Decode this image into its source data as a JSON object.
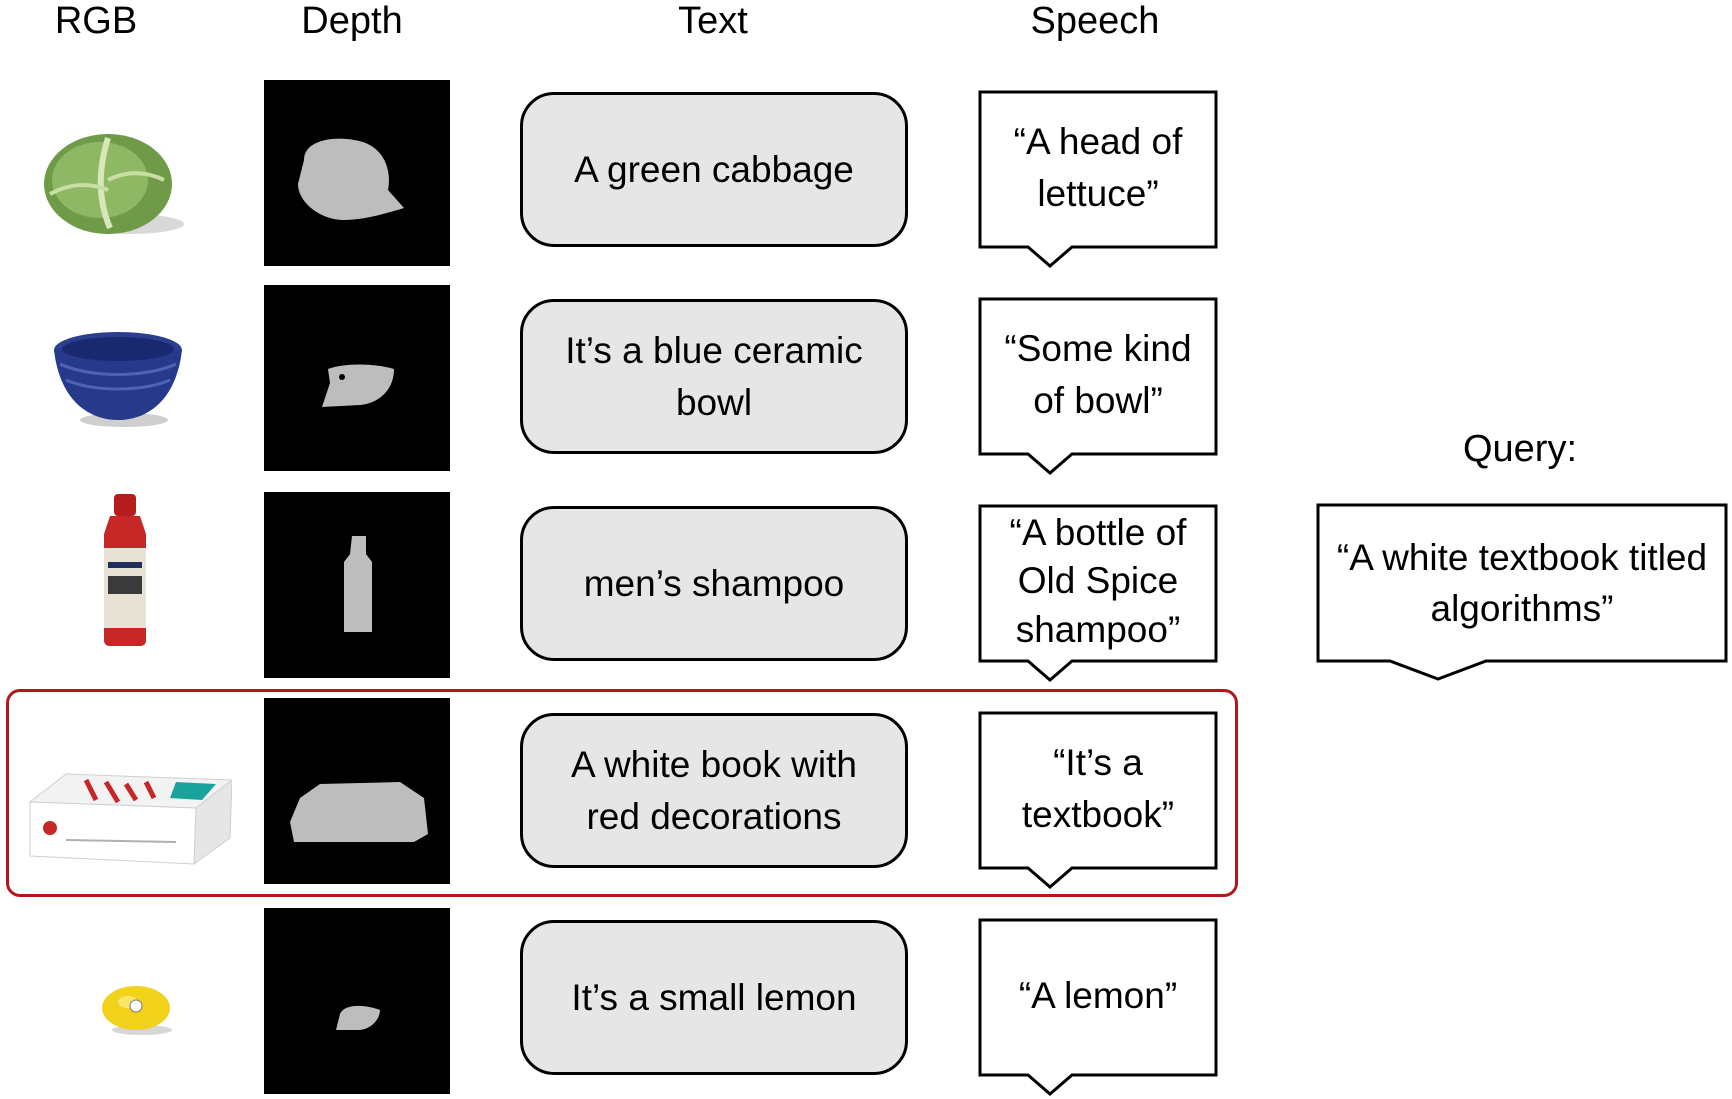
{
  "headers": {
    "rgb": "RGB",
    "depth": "Depth",
    "text": "Text",
    "speech": "Speech"
  },
  "rows": [
    {
      "object": "cabbage",
      "text": "A green cabbage",
      "speech": "“A head of lettuce”"
    },
    {
      "object": "bowl",
      "text": "It’s a blue ceramic bowl",
      "speech": "“Some kind of bowl”"
    },
    {
      "object": "shampoo bottle",
      "text": "men’s shampoo",
      "speech": "“A bottle of Old Spice shampoo”"
    },
    {
      "object": "book",
      "text": "A white book with red decorations",
      "speech": "“It’s a textbook”",
      "highlighted": true
    },
    {
      "object": "lemon",
      "text": "It’s a small lemon",
      "speech": "“A lemon”"
    }
  ],
  "query": {
    "label": "Query:",
    "text": "“A white textbook titled algorithms”"
  },
  "colors": {
    "highlight": "#b4161b",
    "text_box_fill": "#e6e6e6",
    "depth_background": "#000000",
    "depth_mask": "#bdbdbd"
  }
}
